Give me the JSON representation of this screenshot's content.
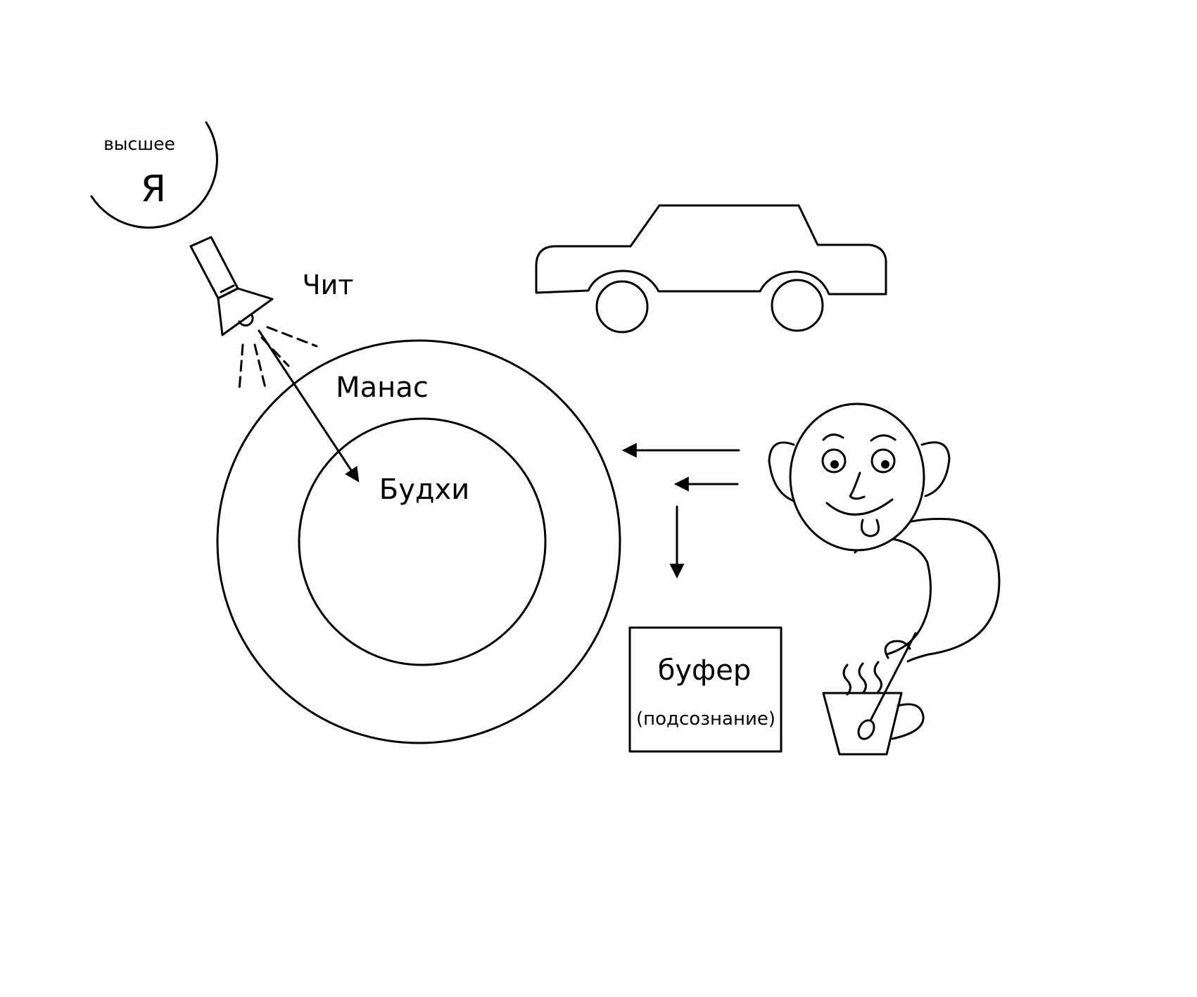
{
  "labels": {
    "higher_self_small": "высшее",
    "higher_self_big": "Я",
    "chit": "Чит",
    "manas": "Манас",
    "buddhi": "Будхи",
    "buffer_title": "буфер",
    "buffer_subtitle": "(подсознание)"
  },
  "colors": {
    "ink": "#000000",
    "background": "#ffffff"
  },
  "icons": [
    "flashlight-icon",
    "car-icon",
    "face-icon",
    "tea-cup-icon"
  ]
}
